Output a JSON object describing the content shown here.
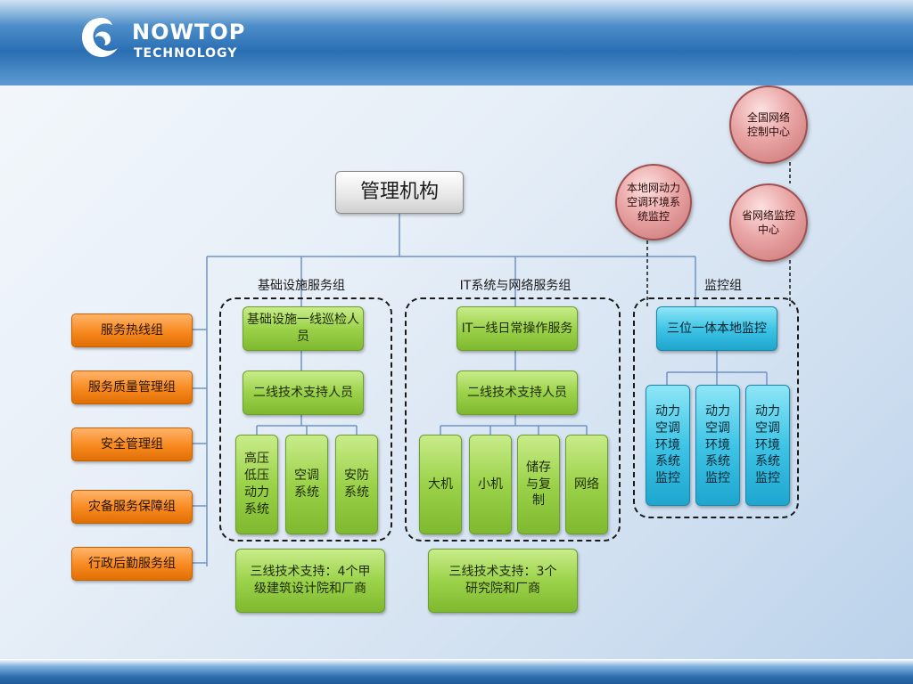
{
  "header": {
    "brand_title": "NOWTOP",
    "brand_subtitle": "TECHNOLOGY",
    "logo_icon": "swirl-logo-icon"
  },
  "colors": {
    "header_blue": "#2a6fb3",
    "orange": "#f7891e",
    "green": "#9bd24a",
    "cyan": "#3fc4e6",
    "circle_pink": "#e9a4a4"
  },
  "org": {
    "top": "管理机构",
    "side_groups": [
      "服务热线组",
      "服务质量管理组",
      "安全管理组",
      "灾备服务保障组",
      "行政后勤服务组"
    ],
    "infra": {
      "title": "基础设施服务组",
      "line1": "基础设施一线巡检人员",
      "line2": "二线技术支持人员",
      "subsystems": [
        "高压低压动力系统",
        "空调系统",
        "安防系统"
      ],
      "line3": "三线技术支持：4个甲级建筑设计院和厂商"
    },
    "it": {
      "title": "IT系统与网络服务组",
      "line1": "IT一线日常操作服务",
      "line2": "二线技术支持人员",
      "subsystems": [
        "大机",
        "小机",
        "储存与复制",
        "网络"
      ],
      "line3": "三线技术支持：3个研究院和厂商"
    },
    "monitor": {
      "title": "监控组",
      "line1": "三位一体本地监控",
      "subsystems": [
        "动力空调环境系统监控",
        "动力空调环境系统监控",
        "动力空调环境系统监控"
      ]
    },
    "centers": {
      "national": "全国网络控制中心",
      "provincial": "省网络监控中心",
      "local": "本地网动力空调环境系统监控"
    }
  }
}
